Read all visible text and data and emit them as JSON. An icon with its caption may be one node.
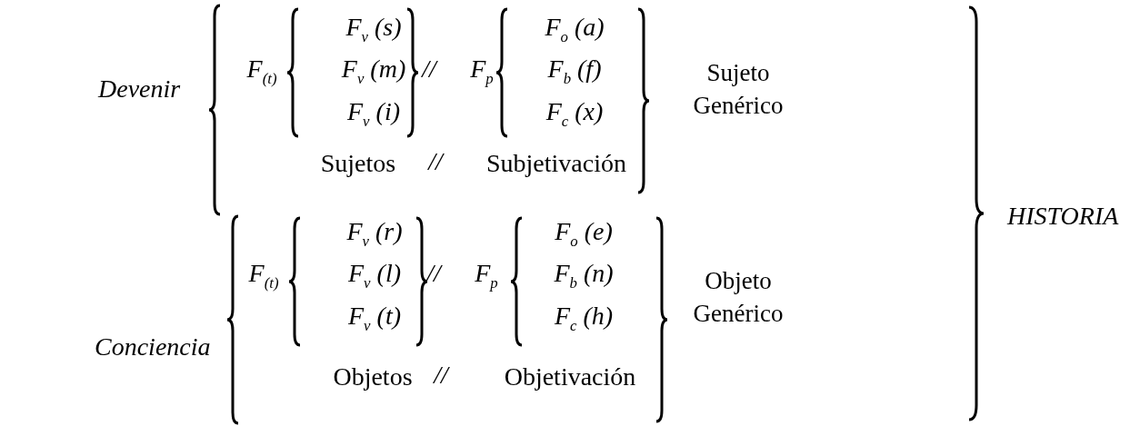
{
  "diagram": {
    "labels": [
      "Devenir",
      "F$_{(t)}$",
      "F$_{v}$ (s)",
      "F$_{v}$ (m)",
      "F$_{v}$ (i)",
      "//",
      "F$_{p}$",
      "F$_{o}$ (a)",
      "F$_{b}$ (f)",
      "F$_{c}$ (x)",
      "Sujeto Genérico",
      "Sujetos",
      "//",
      "Subjetivación",
      "HISTORIA",
      "Conciencia",
      "F$_{(t)}$",
      "F$_{v}$ (r)",
      "F$_{v}$ (l)",
      "F$_{v}$ (t)",
      "//",
      "F$_{p}$",
      "F$_{o}$ (e)",
      "F$_{b}$ (n)",
      "F$_{c}$ (h)",
      "Objeto Genérico",
      "Objetos",
      "//",
      "Objetivación"
    ]
  }
}
